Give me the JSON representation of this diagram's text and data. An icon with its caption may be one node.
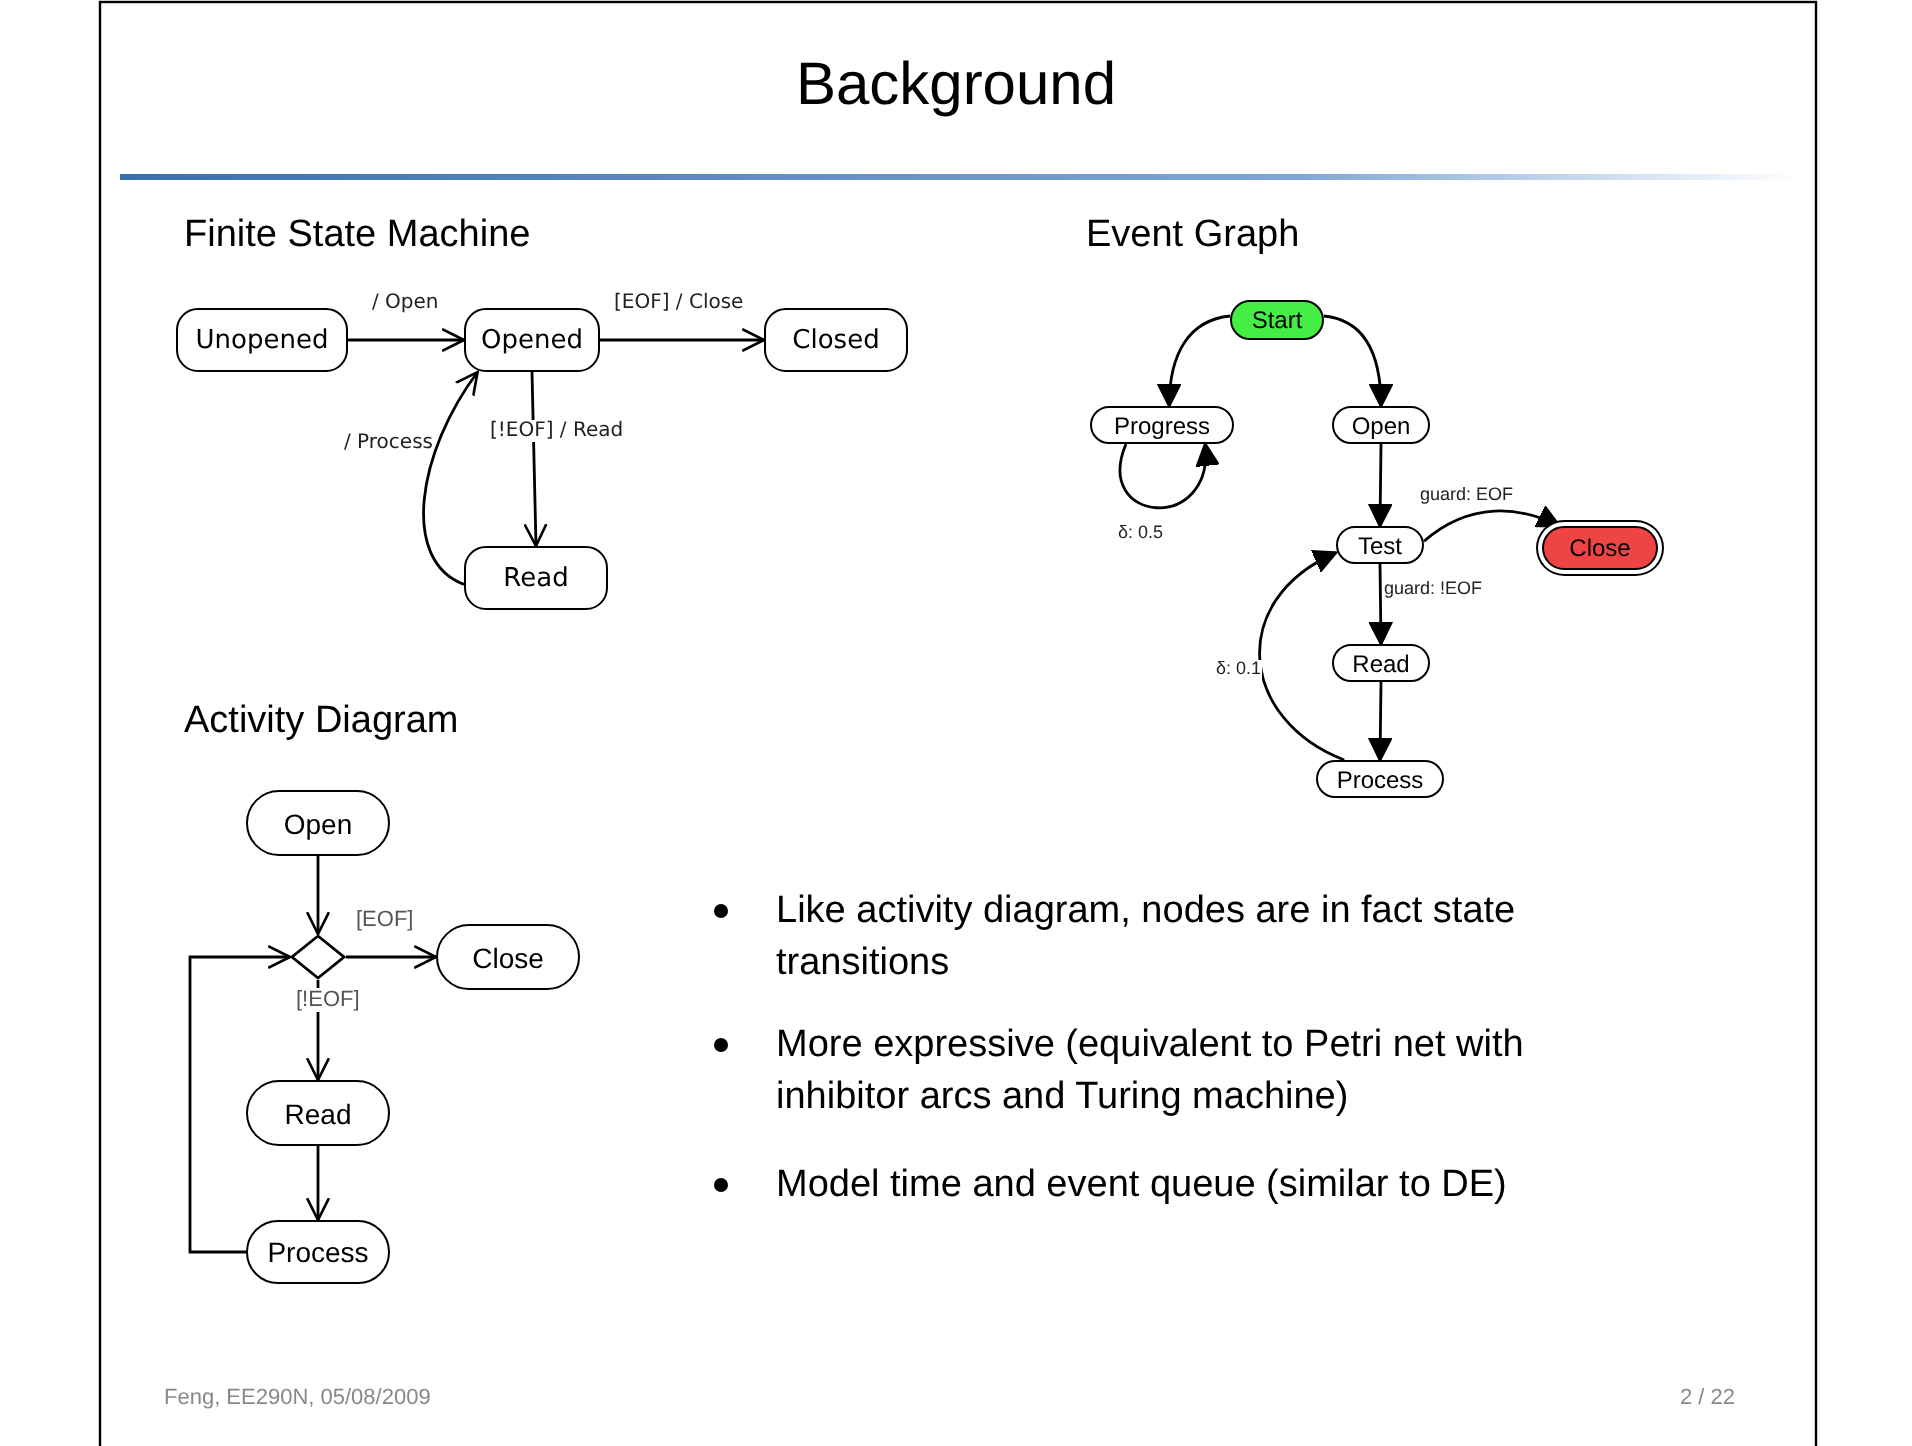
{
  "diagram": {
    "title": "Background",
    "nodes": [
      {
        "text": [
          "Unopened"
        ]
      },
      {
        "text": [
          "Opened"
        ]
      },
      {
        "text": [
          "Closed"
        ]
      },
      {
        "text": [
          "Read"
        ]
      },
      {
        "text": [
          "Start"
        ]
      },
      {
        "text": [
          "Progress"
        ]
      },
      {
        "text": [
          "Open"
        ]
      },
      {
        "text": [
          "Test"
        ]
      },
      {
        "text": [
          "Close"
        ]
      },
      {
        "text": [
          "Read"
        ]
      },
      {
        "text": [
          "Process"
        ]
      },
      {
        "text": [
          "Open"
        ]
      },
      {
        "text": [],
        "shape": "diamond"
      },
      {
        "text": [
          "Close"
        ]
      },
      {
        "text": [
          "Read"
        ]
      },
      {
        "text": [
          "Process"
        ]
      }
    ],
    "edges": [
      {
        "from": 0,
        "to": 1,
        "arrow": "to",
        "label": "/ Open"
      },
      {
        "from": 1,
        "to": 2,
        "arrow": "to",
        "label": "[EOF] / Close"
      },
      {
        "from": 1,
        "to": 3,
        "arrow": "to",
        "label": "[!EOF] / Read"
      },
      {
        "from": 3,
        "to": 1,
        "arrow": "to",
        "label": "/ Process"
      },
      {
        "from": 4,
        "to": 5,
        "arrow": "to"
      },
      {
        "from": 4,
        "to": 6,
        "arrow": "to"
      },
      {
        "from": 5,
        "to": 5,
        "arrow": "to",
        "label": "δ: 0.5"
      },
      {
        "from": 6,
        "to": 7,
        "arrow": "to"
      },
      {
        "from": 7,
        "to": 8,
        "arrow": "to",
        "label": "guard: EOF"
      },
      {
        "from": 7,
        "to": 9,
        "arrow": "to",
        "label": "guard: !EOF"
      },
      {
        "from": 9,
        "to": 10,
        "arrow": "to"
      },
      {
        "from": 10,
        "to": 7,
        "arrow": "to",
        "label": "δ: 0.1"
      },
      {
        "from": 11,
        "to": 12,
        "arrow": "to"
      },
      {
        "from": 12,
        "to": 13,
        "arrow": "to",
        "label": "[EOF]"
      },
      {
        "from": 12,
        "to": 14,
        "arrow": "to",
        "label": "[!EOF]"
      },
      {
        "from": 14,
        "to": 15,
        "arrow": "to"
      },
      {
        "from": 15,
        "to": 12,
        "arrow": "to"
      }
    ],
    "labels": [
      "Finite State Machine",
      "Event Graph",
      "Activity Diagram",
      "Like activity diagram, nodes are in fact state transitions",
      "More expressive (equivalent to Petri net with inhibitor arcs and Turing machine)",
      "Model time and event queue (similar to DE)",
      "Feng, EE290N, 05/08/2009",
      "2 / 22"
    ]
  }
}
